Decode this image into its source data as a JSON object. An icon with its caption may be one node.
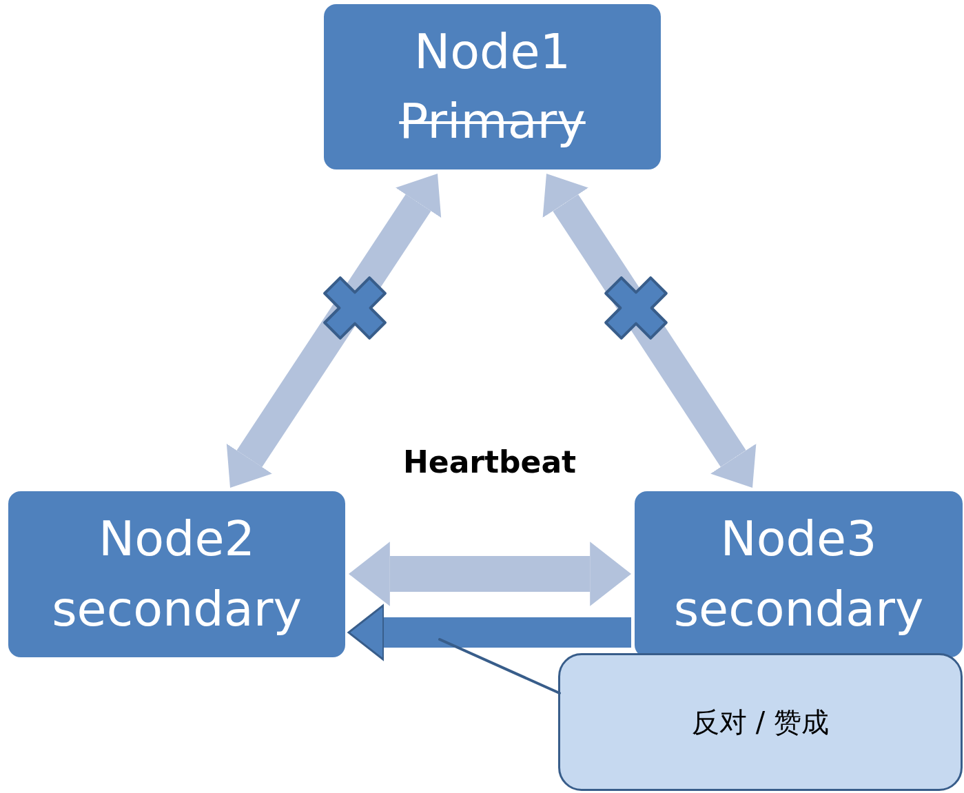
{
  "diagram": {
    "nodes": [
      {
        "text": [
          "Node1",
          "Primary"
        ]
      },
      {
        "text": [
          "Node2",
          "secondary"
        ]
      },
      {
        "text": [
          "Node3",
          "secondary"
        ]
      },
      {
        "text": [
          "反对 / 赞成"
        ]
      }
    ],
    "edges": [
      {
        "from": 0,
        "to": 1,
        "arrow": "both"
      },
      {
        "from": 0,
        "to": 2,
        "arrow": "both"
      },
      {
        "from": 1,
        "to": 2,
        "arrow": "both"
      },
      {
        "from": 2,
        "to": 1,
        "arrow": "to",
        "color": "#4f81bd"
      },
      {
        "from": 3,
        "to": null,
        "arrow": "none",
        "color": "#385d8a"
      }
    ],
    "labels": [
      "Heartbeat"
    ]
  }
}
